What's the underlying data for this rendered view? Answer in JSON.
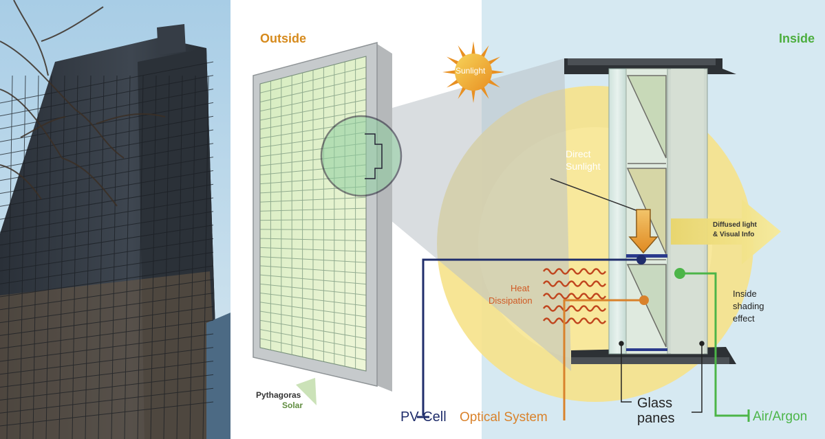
{
  "labels": {
    "outside": "Outside",
    "inside": "Inside",
    "sunlight": "Sunlight",
    "direct_sunlight_1": "Direct",
    "direct_sunlight_2": "Sunlight",
    "diffused_1": "Diffused light",
    "diffused_2": "& Visual Info",
    "heat_1": "Heat",
    "heat_2": "Dissipation",
    "shading_1": "Inside",
    "shading_2": "shading",
    "shading_3": "effect",
    "pv_cell": "PV Cell",
    "optical_system": "Optical System",
    "glass_1": "Glass",
    "glass_2": "panes",
    "air_argon": "Air/Argon"
  },
  "logo": {
    "line1": "Pythagoras",
    "line2": "Solar"
  },
  "colors": {
    "outside_label": "#d68a1c",
    "inside_label": "#4cae3e",
    "pv_line": "#1f2d6b",
    "optical_line": "#d9822b",
    "air_line": "#4cb548",
    "glass_line": "#222222",
    "sky": "#b5d7ec",
    "inside_bg": "#d9ebf3",
    "heat_waves": "#c0451e"
  }
}
